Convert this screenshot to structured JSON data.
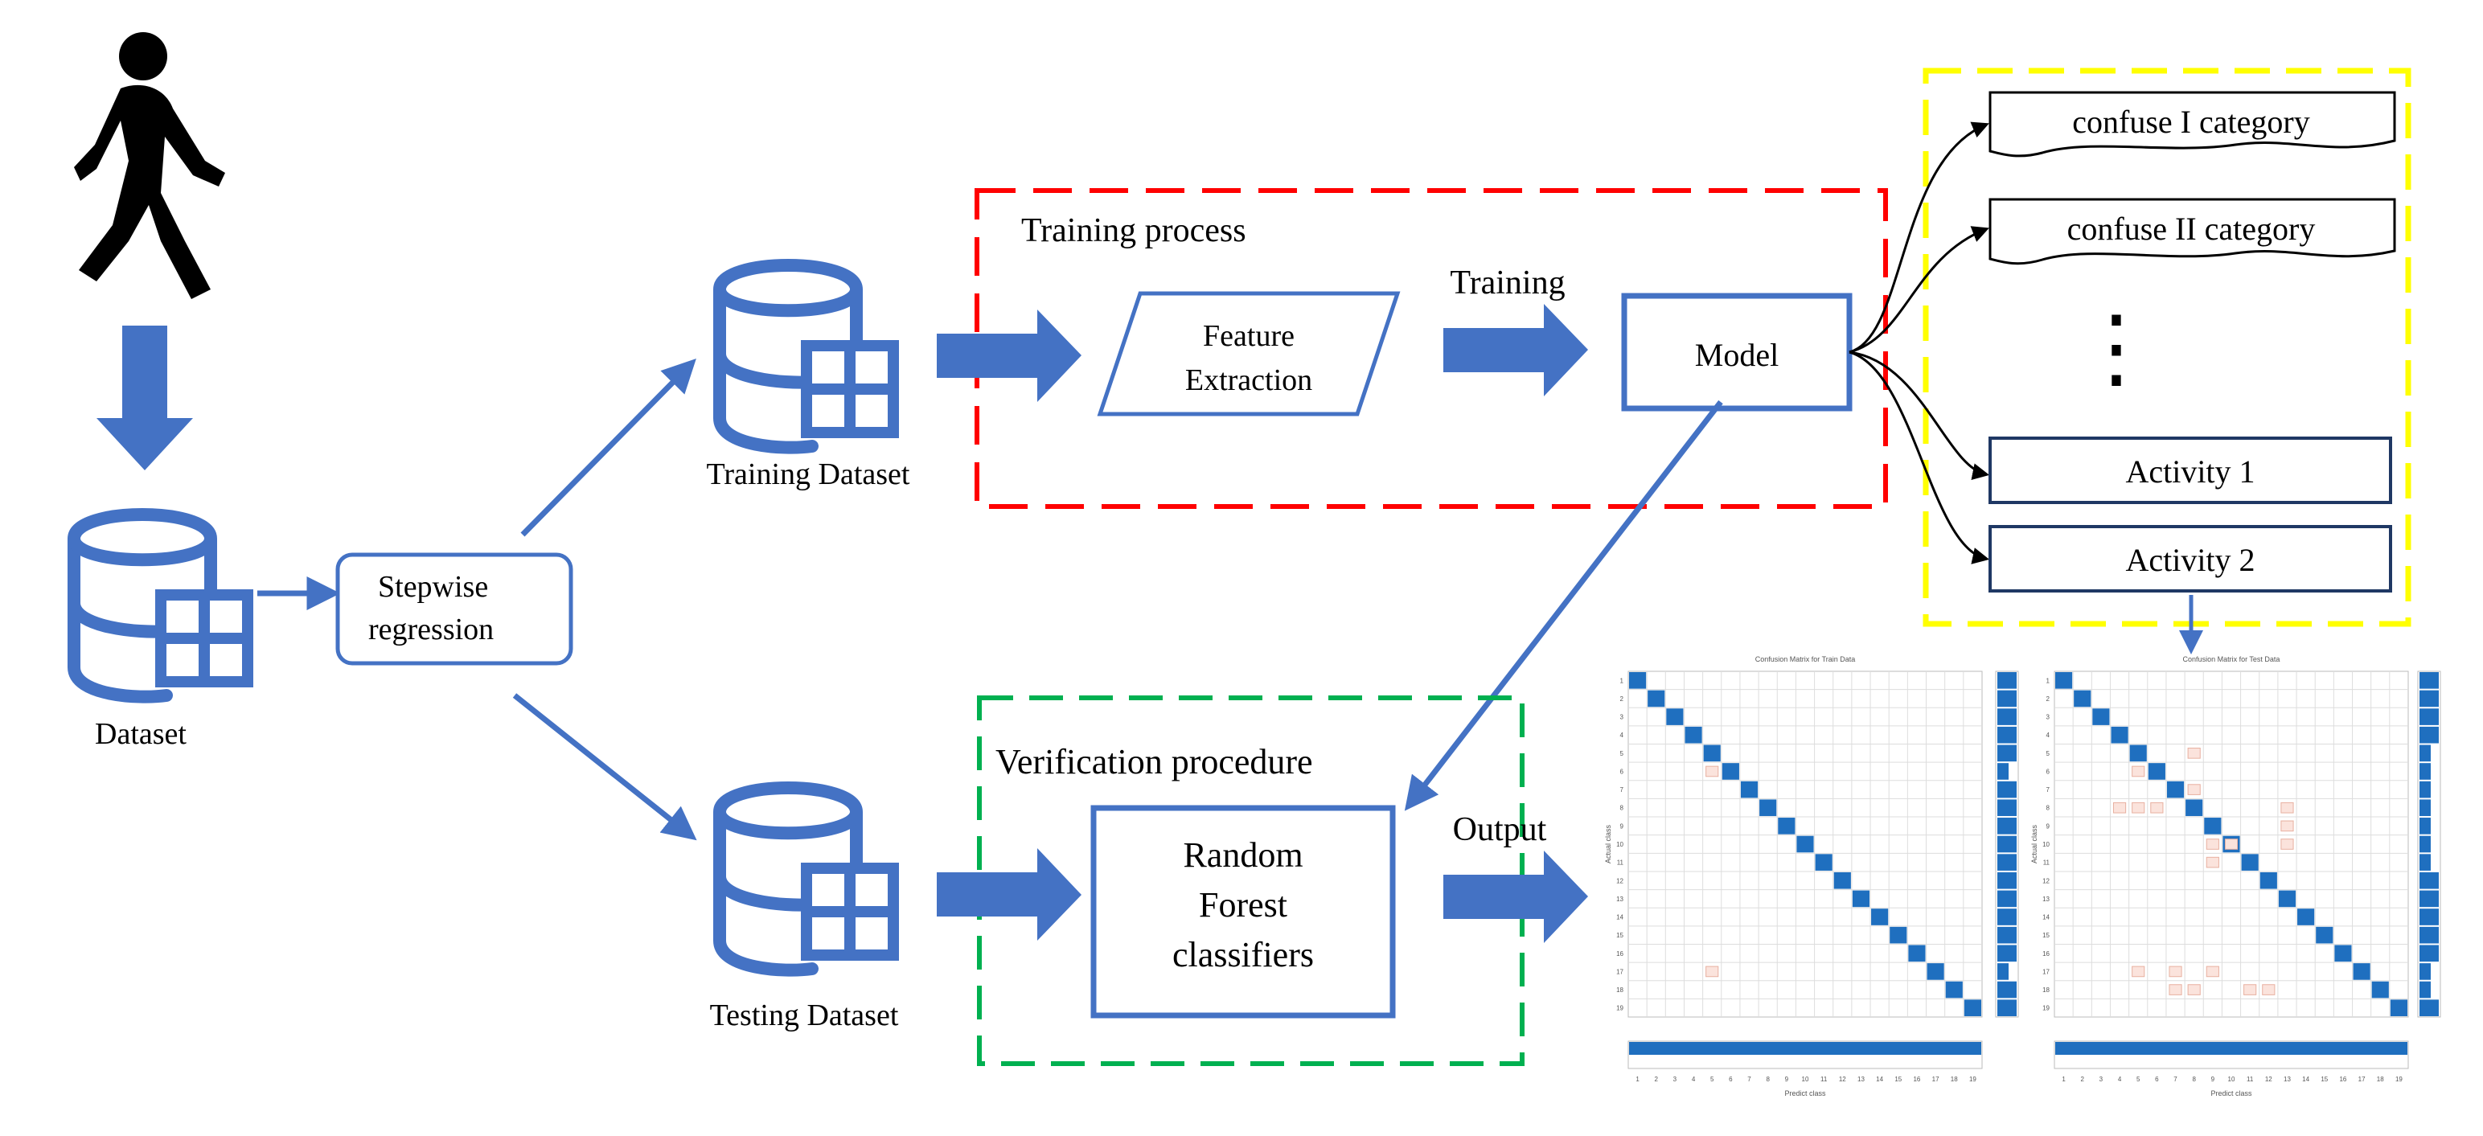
{
  "labels": {
    "dataset": "Dataset",
    "stepwise_line1": "Stepwise",
    "stepwise_line2": "regression",
    "training_dataset": "Training  Dataset",
    "testing_dataset": "Testing  Dataset",
    "training_process": "Training  process",
    "feature_line1": "Feature",
    "feature_line2": "Extraction",
    "training_arrow": "Training",
    "model": "Model",
    "verification_procedure": "Verification procedure",
    "rf_line1": "Random",
    "rf_line2": "Forest",
    "rf_line3": "classifiers",
    "output_arrow": "Output"
  },
  "categories": {
    "items": [
      "confuse I category",
      "confuse II category"
    ],
    "ellipsis": "⋮",
    "activities": [
      "Activity 1",
      "Activity 2"
    ]
  },
  "confusion_matrices": [
    {
      "title": "Confusion Matrix for Train Data",
      "ylabel": "Actual class",
      "xlabel": "Predict class",
      "size": 19,
      "off_diagonal": [
        [
          5,
          4
        ],
        [
          16,
          4
        ]
      ],
      "tick_labels": [
        "1",
        "2",
        "3",
        "4",
        "5",
        "6",
        "7",
        "8",
        "9",
        "10",
        "11",
        "12",
        "13",
        "14",
        "15",
        "16",
        "17",
        "18",
        "19"
      ]
    },
    {
      "title": "Confusion Matrix for Test Data",
      "ylabel": "Actual class",
      "xlabel": "Predict class",
      "size": 19,
      "off_diagonal": [
        [
          4,
          7
        ],
        [
          5,
          4
        ],
        [
          6,
          7
        ],
        [
          7,
          3
        ],
        [
          7,
          4
        ],
        [
          7,
          5
        ],
        [
          7,
          12
        ],
        [
          8,
          12
        ],
        [
          9,
          8
        ],
        [
          9,
          9
        ],
        [
          9,
          12
        ],
        [
          10,
          8
        ],
        [
          16,
          4
        ],
        [
          16,
          6
        ],
        [
          16,
          8
        ],
        [
          17,
          6
        ],
        [
          17,
          7
        ],
        [
          17,
          10
        ],
        [
          17,
          11
        ]
      ],
      "tick_labels": [
        "1",
        "2",
        "3",
        "4",
        "5",
        "6",
        "7",
        "8",
        "9",
        "10",
        "11",
        "12",
        "13",
        "14",
        "15",
        "16",
        "17",
        "18",
        "19"
      ]
    }
  ],
  "colors": {
    "blue": "#4472c4",
    "training_box": "#ff0000",
    "verification_box": "#00b050",
    "category_box": "#ffff00",
    "cm_blue": "#1f6fbf"
  }
}
